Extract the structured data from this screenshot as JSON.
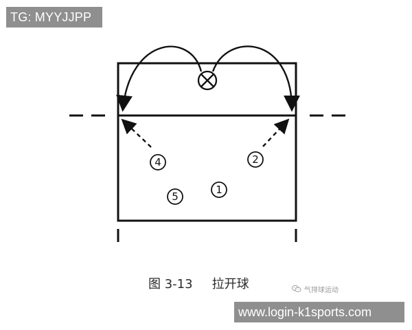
{
  "top_tag": {
    "text": "TG: MYYJJPP"
  },
  "diagram": {
    "players": [
      {
        "id": "player-1",
        "label": "1"
      },
      {
        "id": "player-2",
        "label": "2"
      },
      {
        "id": "player-4",
        "label": "4"
      },
      {
        "id": "player-5",
        "label": "5"
      }
    ],
    "setter_icon": "circle-x-icon",
    "arrow_style": "curved-solid and dashed arrows"
  },
  "caption": {
    "figure_number": "图 3-13",
    "title": "拉开球"
  },
  "watermark": {
    "icon": "wechat-icon",
    "text": "气排球运动"
  },
  "url_tag": {
    "text": "www.login-k1sports.com"
  }
}
